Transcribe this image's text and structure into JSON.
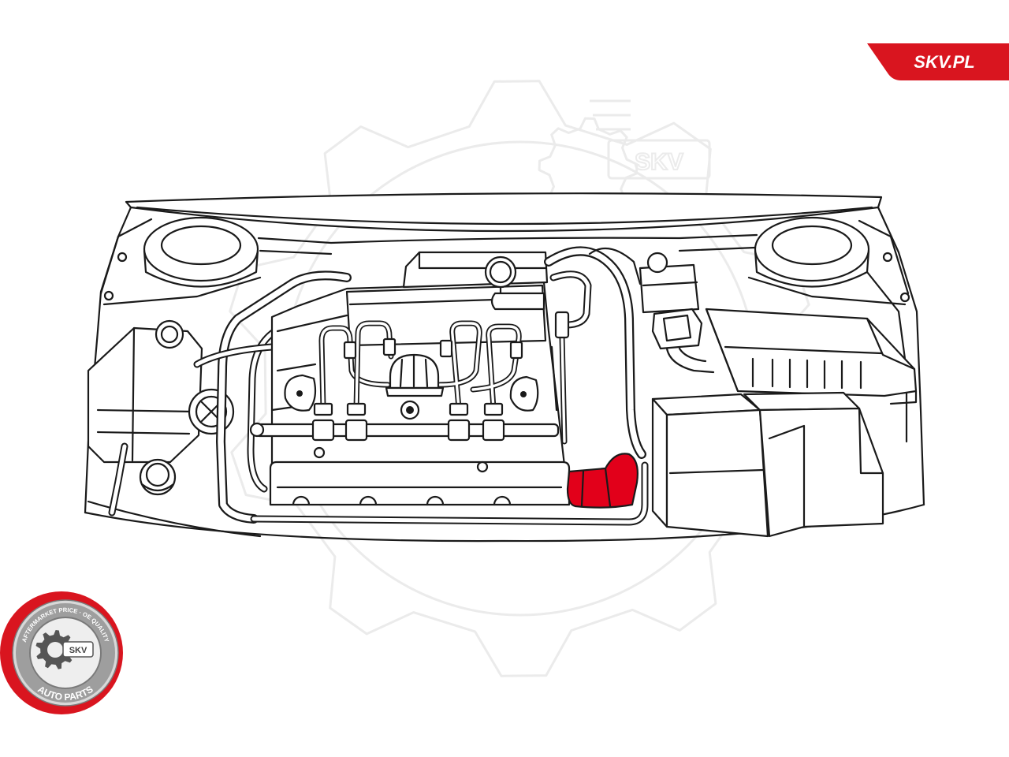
{
  "brand": {
    "tab_label": "SKV.PL"
  },
  "watermark": {
    "logo_text": "SKV"
  },
  "badge": {
    "ring_top": "AFTERMARKET PRICE · OE QUALITY",
    "center": "SKV",
    "ring_bottom": "AUTO PARTS"
  },
  "colors": {
    "brand_red": "#d9151f",
    "part_highlight": "#e2001a",
    "line": "#1a1a1a",
    "watermark": "#ebebeb",
    "badge_ring": "#9e9e9e",
    "badge_face": "#eeeeee"
  },
  "icons": {
    "badge_emblem": "gear-icon"
  }
}
